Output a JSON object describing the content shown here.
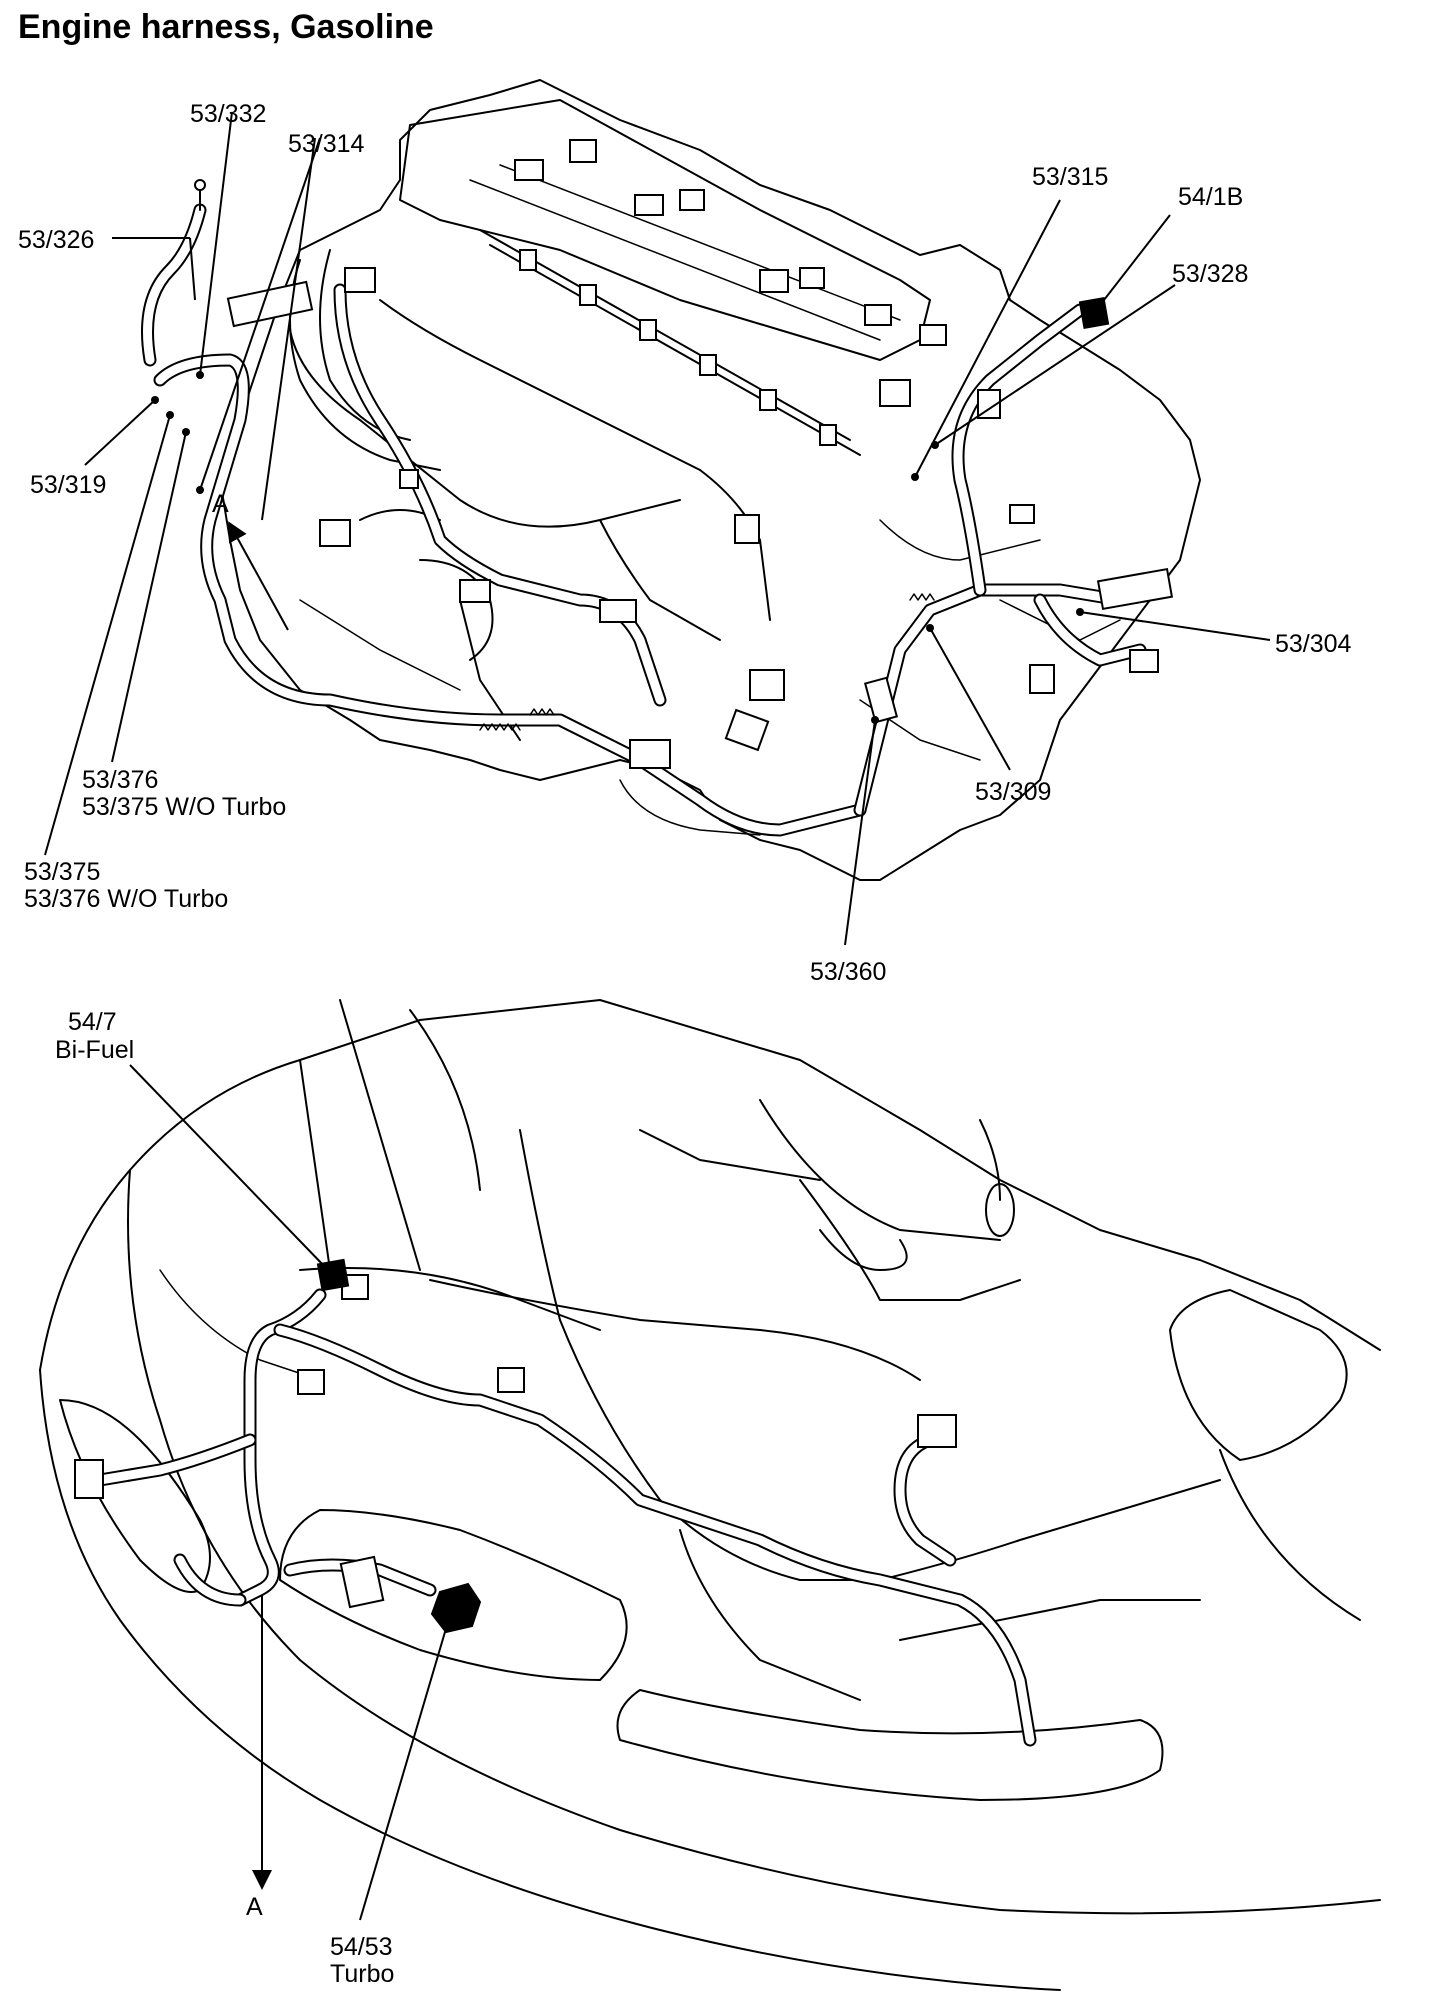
{
  "title": "Engine harness, Gasoline",
  "engine_view": {
    "labels": {
      "l_53_332": "53/332",
      "l_53_314": "53/314",
      "l_53_326": "53/326",
      "l_53_319": "53/319",
      "l_53_315": "53/315",
      "l_54_1b": "54/1B",
      "l_53_328": "53/328",
      "l_53_304": "53/304",
      "l_53_309": "53/309",
      "l_53_360": "53/360",
      "l_53_376": "53/376",
      "l_53_375_wo": "53/375 W/O Turbo",
      "l_53_375": "53/375",
      "l_53_376_wo": "53/376 W/O Turbo",
      "arrow_a": "A"
    }
  },
  "front_view": {
    "labels": {
      "l_54_7": "54/7",
      "l_bi_fuel": "Bi-Fuel",
      "l_54_53": "54/53",
      "l_turbo": "Turbo",
      "arrow_a": "A"
    }
  }
}
